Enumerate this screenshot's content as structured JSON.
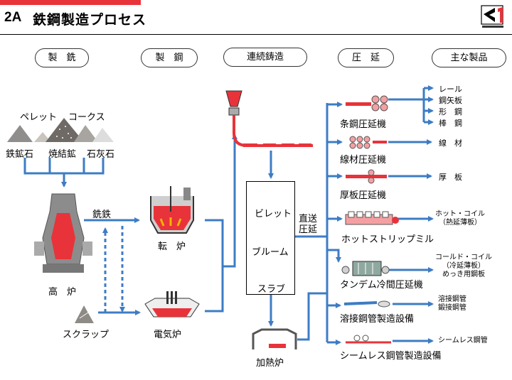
{
  "header": {
    "code": "2A",
    "title": "鉄鋼製造プロセス"
  },
  "stages": [
    "製　銑",
    "製　鋼",
    "連続鋳造",
    "圧　延",
    "主な製品"
  ],
  "raw_materials": {
    "pellet": "ペレット",
    "coke": "コークス",
    "iron_ore": "鉄鉱石",
    "sinter": "焼結鉱",
    "limestone": "石灰石"
  },
  "ironmaking": {
    "blast_furnace": "高　炉",
    "scrap": "スクラップ",
    "pig_iron": "銑鉄"
  },
  "steelmaking": {
    "converter": "転　炉",
    "electric_furnace": "電気炉"
  },
  "semi_products": [
    "ビレット",
    "ブルーム",
    "スラブ"
  ],
  "direct_feed": "直送\n圧延",
  "reheating_furnace": "加熱炉",
  "mills": {
    "bar_section": "条鋼圧延機",
    "wire_rod": "線材圧延機",
    "plate": "厚板圧延機",
    "hot_strip": "ホットストリップミル",
    "tandem_cold": "タンデム冷間圧延機",
    "welded_pipe": "溶接鋼管製造設備",
    "seamless_pipe": "シームレス鋼管製造設備"
  },
  "products": {
    "rail": "レール",
    "sheet_pile": "鋼矢板",
    "shape_steel": "形　鋼",
    "bar_steel": "棒　鋼",
    "wire_rod": "線　材",
    "plate": "厚　板",
    "hot_coil": "ホット・コイル\n（熱延薄板）",
    "cold_coil": "コールド・コイル\n（冷延薄板）\nめっき用鋼板",
    "welded_pipe": "溶接鋼管\n鍛接鋼管",
    "seamless_pipe": "シームレス鋼管"
  },
  "colors": {
    "flow": "#3d7cc4",
    "steel_red": "#e8333a",
    "accent": "#e8333a"
  }
}
